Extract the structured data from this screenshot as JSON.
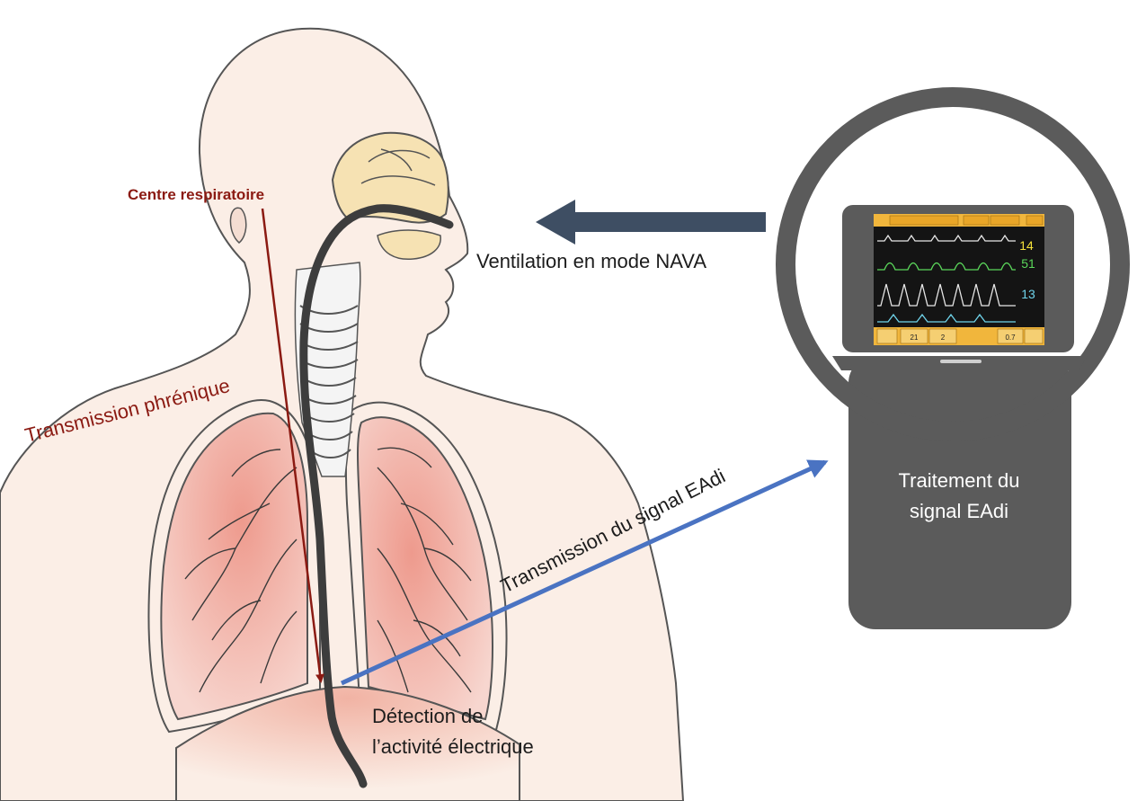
{
  "labels": {
    "respiratory_center": "Centre respiratoire",
    "phrenic_transmission": "Transmission phrénique",
    "nava_ventilation": "Ventilation en mode NAVA",
    "eadi_transmission": "Transmission du signal EAdi",
    "eadi_processing_line1": "Traitement du",
    "eadi_processing_line2": "signal EAdi",
    "detection_line1": "Détection de",
    "detection_line2": "l’activité électrique"
  },
  "monitor": {
    "header_tabs": [
      "",
      "",
      "",
      ""
    ],
    "values": [
      "14",
      "51",
      "13"
    ],
    "footer_values": [
      "21",
      "2",
      "0.7"
    ]
  },
  "colors": {
    "skin": "#fbeee6",
    "skin_outline": "#555555",
    "sinus": "#f6e2b3",
    "lung_fill": "#f5cbc3",
    "lung_core": "#ee9a8d",
    "catheter": "#3d3d3d",
    "red_arrow": "#8b1a12",
    "blue_arrow": "#4a73c2",
    "navy_arrow": "#3e4e63",
    "device_gray": "#5b5b5b",
    "screen_yellow": "#f1b63c",
    "wave_green": "#5bd85b",
    "wave_white": "#e6e6e6",
    "value_yellow": "#f5e23a",
    "value_cyan": "#6fd3ea"
  }
}
